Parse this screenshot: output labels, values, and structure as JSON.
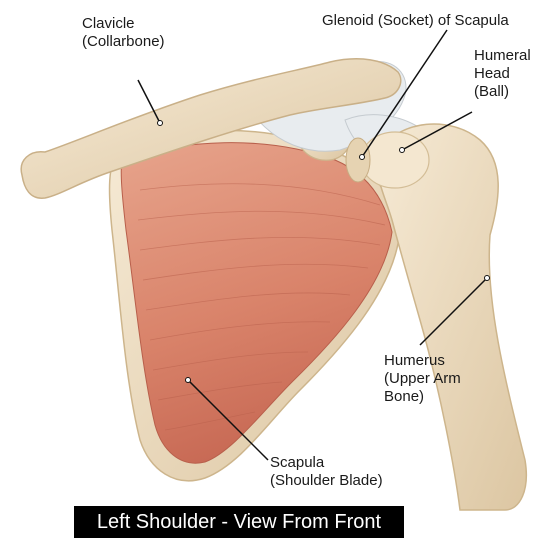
{
  "labels": {
    "clavicle": [
      "Clavicle",
      "(Collarbone)"
    ],
    "glenoid": "Glenoid (Socket) of Scapula",
    "humeral_head": [
      "Humeral",
      "Head",
      "(Ball)"
    ],
    "humerus": [
      "Humerus",
      "(Upper Arm",
      "Bone)"
    ],
    "scapula": [
      "Scapula",
      "(Shoulder Blade)"
    ]
  },
  "caption": "Left Shoulder - View From Front",
  "colors": {
    "bone": "#f1e2c8",
    "bone_shadow": "#d9c29c",
    "muscle": "#e09a82",
    "muscle_dark": "#c9705a",
    "tendon": "#e8ecef",
    "caption_bg": "#000000",
    "caption_text": "#ffffff"
  }
}
